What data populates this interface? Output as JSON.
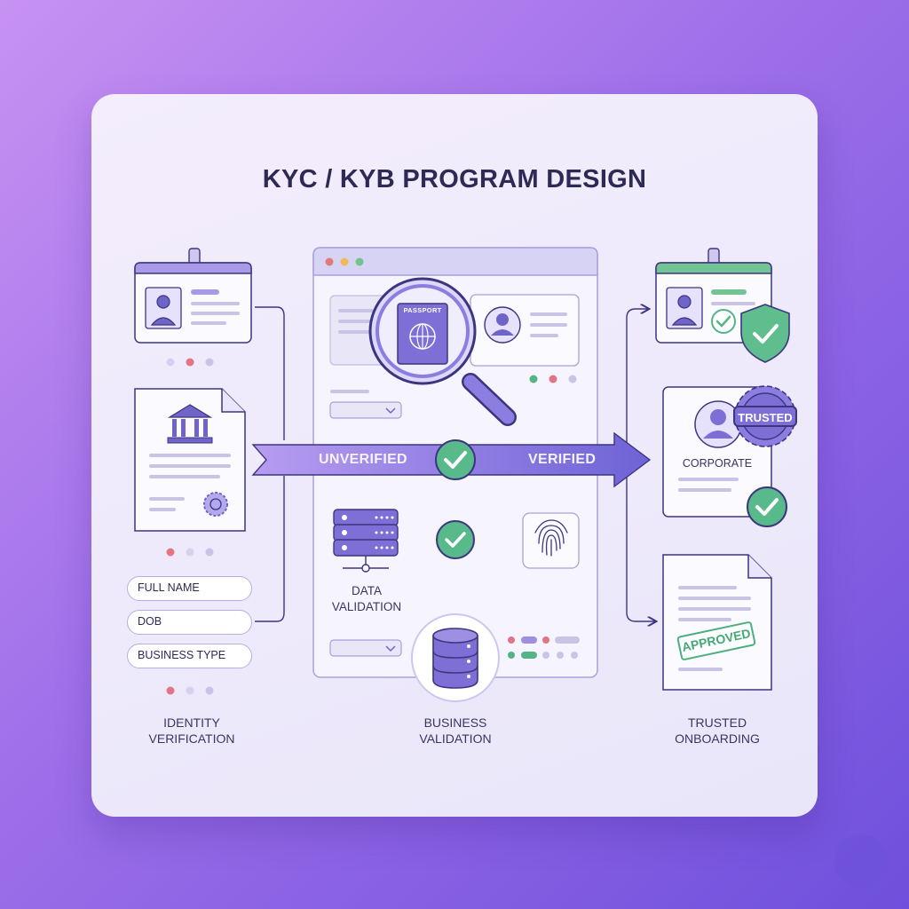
{
  "title": "KYC / KYB PROGRAM DESIGN",
  "flow": {
    "left_label": "UNVERIFIED",
    "right_label": "VERIFIED"
  },
  "left_form_fields": [
    "FULL NAME",
    "DOB",
    "BUSINESS TYPE"
  ],
  "center": {
    "data_validation": "DATA\nVALIDATION",
    "passport_label": "PASSPORT"
  },
  "right": {
    "corporate_label": "CORPORATE",
    "trusted_badge": "TRUSTED",
    "approved_stamp": "APPROVED"
  },
  "section_labels": {
    "identity": "IDENTITY\nVERIFICATION",
    "business": "BUSINESS\nVALIDATION",
    "trusted": "TRUSTED\nONBOARDING"
  },
  "colors": {
    "accent": "#7d6fd6",
    "success": "#55b487",
    "outline": "#3c3580"
  }
}
